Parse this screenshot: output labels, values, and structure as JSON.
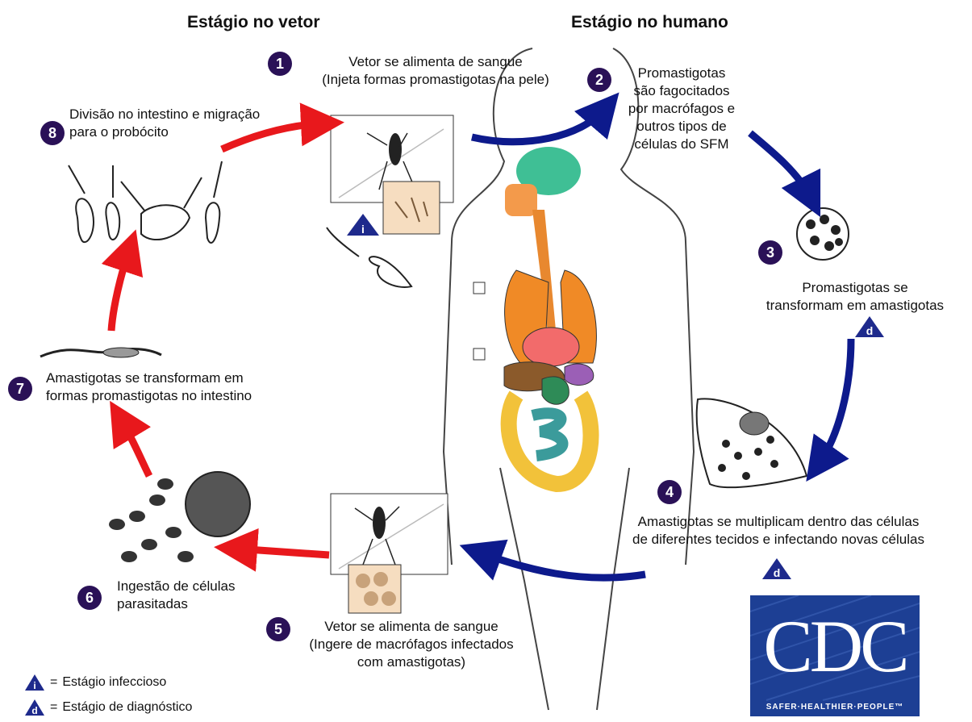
{
  "headers": {
    "vector": "Estágio no vetor",
    "human": "Estágio no humano"
  },
  "steps": [
    {
      "num": "1",
      "lines": [
        "Vetor se alimenta de sangue",
        "(Injeta formas promastigotas na pele)"
      ]
    },
    {
      "num": "2",
      "lines": [
        "Promastigotas",
        "são fagocitados",
        "por macrófagos e",
        "outros tipos de",
        "células do SFM"
      ]
    },
    {
      "num": "3",
      "lines": [
        "Promastigotas se",
        "transformam em amastigotas"
      ]
    },
    {
      "num": "4",
      "lines": [
        "Amastigotas se multiplicam dentro das células",
        "de diferentes tecidos e infectando novas células"
      ]
    },
    {
      "num": "5",
      "lines": [
        "Vetor se alimenta de sangue",
        "(Ingere de macrófagos infectados",
        "com amastigotas)"
      ]
    },
    {
      "num": "6",
      "lines": [
        "Ingestão de células",
        "parasitadas"
      ]
    },
    {
      "num": "7",
      "lines": [
        "Amastigotas se transformam em",
        "formas promastigotas no intestino"
      ]
    },
    {
      "num": "8",
      "lines": [
        "Divisão no intestino e migração",
        "para o probócito"
      ]
    }
  ],
  "markers": {
    "infectious": "i",
    "diagnostic": "d"
  },
  "legend": [
    {
      "symbol": "i",
      "equals": "=",
      "label": "Estágio infeccioso"
    },
    {
      "symbol": "d",
      "equals": "=",
      "label": "Estágio de diagnóstico"
    }
  ],
  "logo": {
    "text": "CDC",
    "tagline": "SAFER·HEALTHIER·PEOPLE™"
  },
  "colors": {
    "human_arrows": "#0d1a8c",
    "vector_arrows": "#e8181c",
    "badge": "#2a1157",
    "logo_bg": "#1d3f94"
  }
}
